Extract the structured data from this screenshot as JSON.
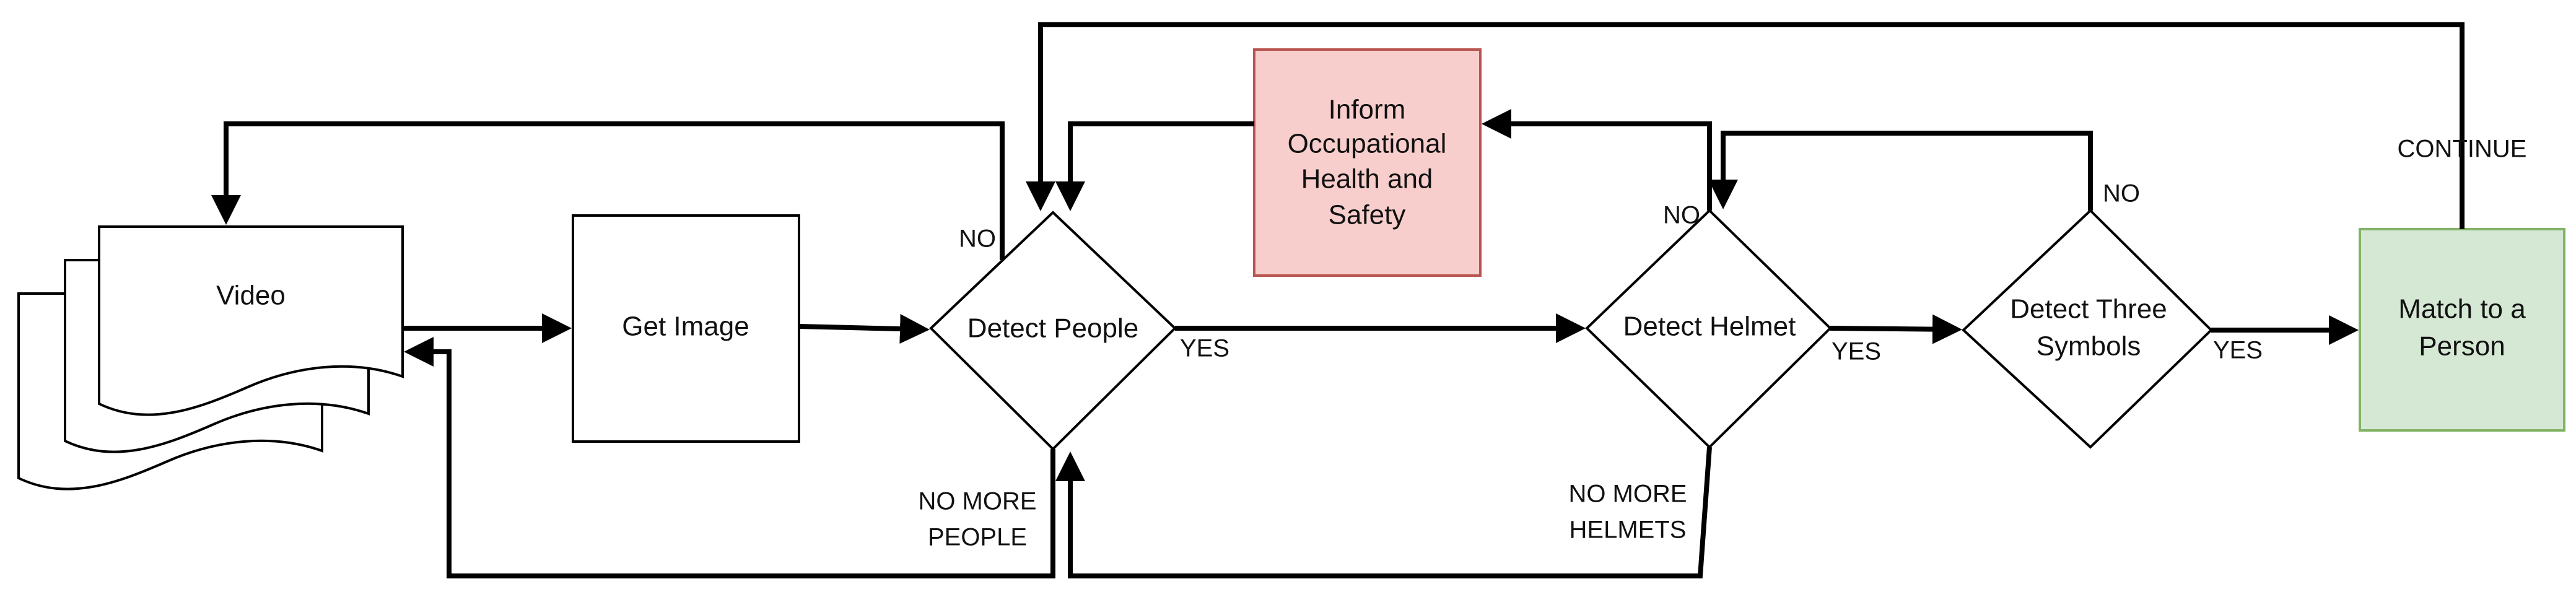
{
  "nodes": {
    "video": {
      "label": "Video"
    },
    "get_image": {
      "label": "Get Image"
    },
    "detect_people": {
      "label": "Detect People"
    },
    "inform": {
      "lines": [
        "Inform",
        "Occupational",
        "Health and",
        "Safety"
      ]
    },
    "detect_helmet": {
      "label": "Detect Helmet"
    },
    "detect_three_symbols": {
      "lines": [
        "Detect Three",
        "Symbols"
      ]
    },
    "match_person": {
      "lines": [
        "Match to a",
        "Person"
      ]
    }
  },
  "edge_labels": {
    "people_no": "NO",
    "people_yes": "YES",
    "no_more_people": [
      "NO MORE",
      "PEOPLE"
    ],
    "helmet_no": "NO",
    "helmet_yes": "YES",
    "no_more_helmets": [
      "NO MORE",
      "HELMETS"
    ],
    "symbols_no": "NO",
    "symbols_yes": "YES",
    "continue": "CONTINUE"
  },
  "colors": {
    "line": "#000000",
    "inform_fill": "#f8cecc",
    "inform_stroke": "#b85450",
    "match_fill": "#d5e8d4",
    "match_stroke": "#82b366"
  }
}
